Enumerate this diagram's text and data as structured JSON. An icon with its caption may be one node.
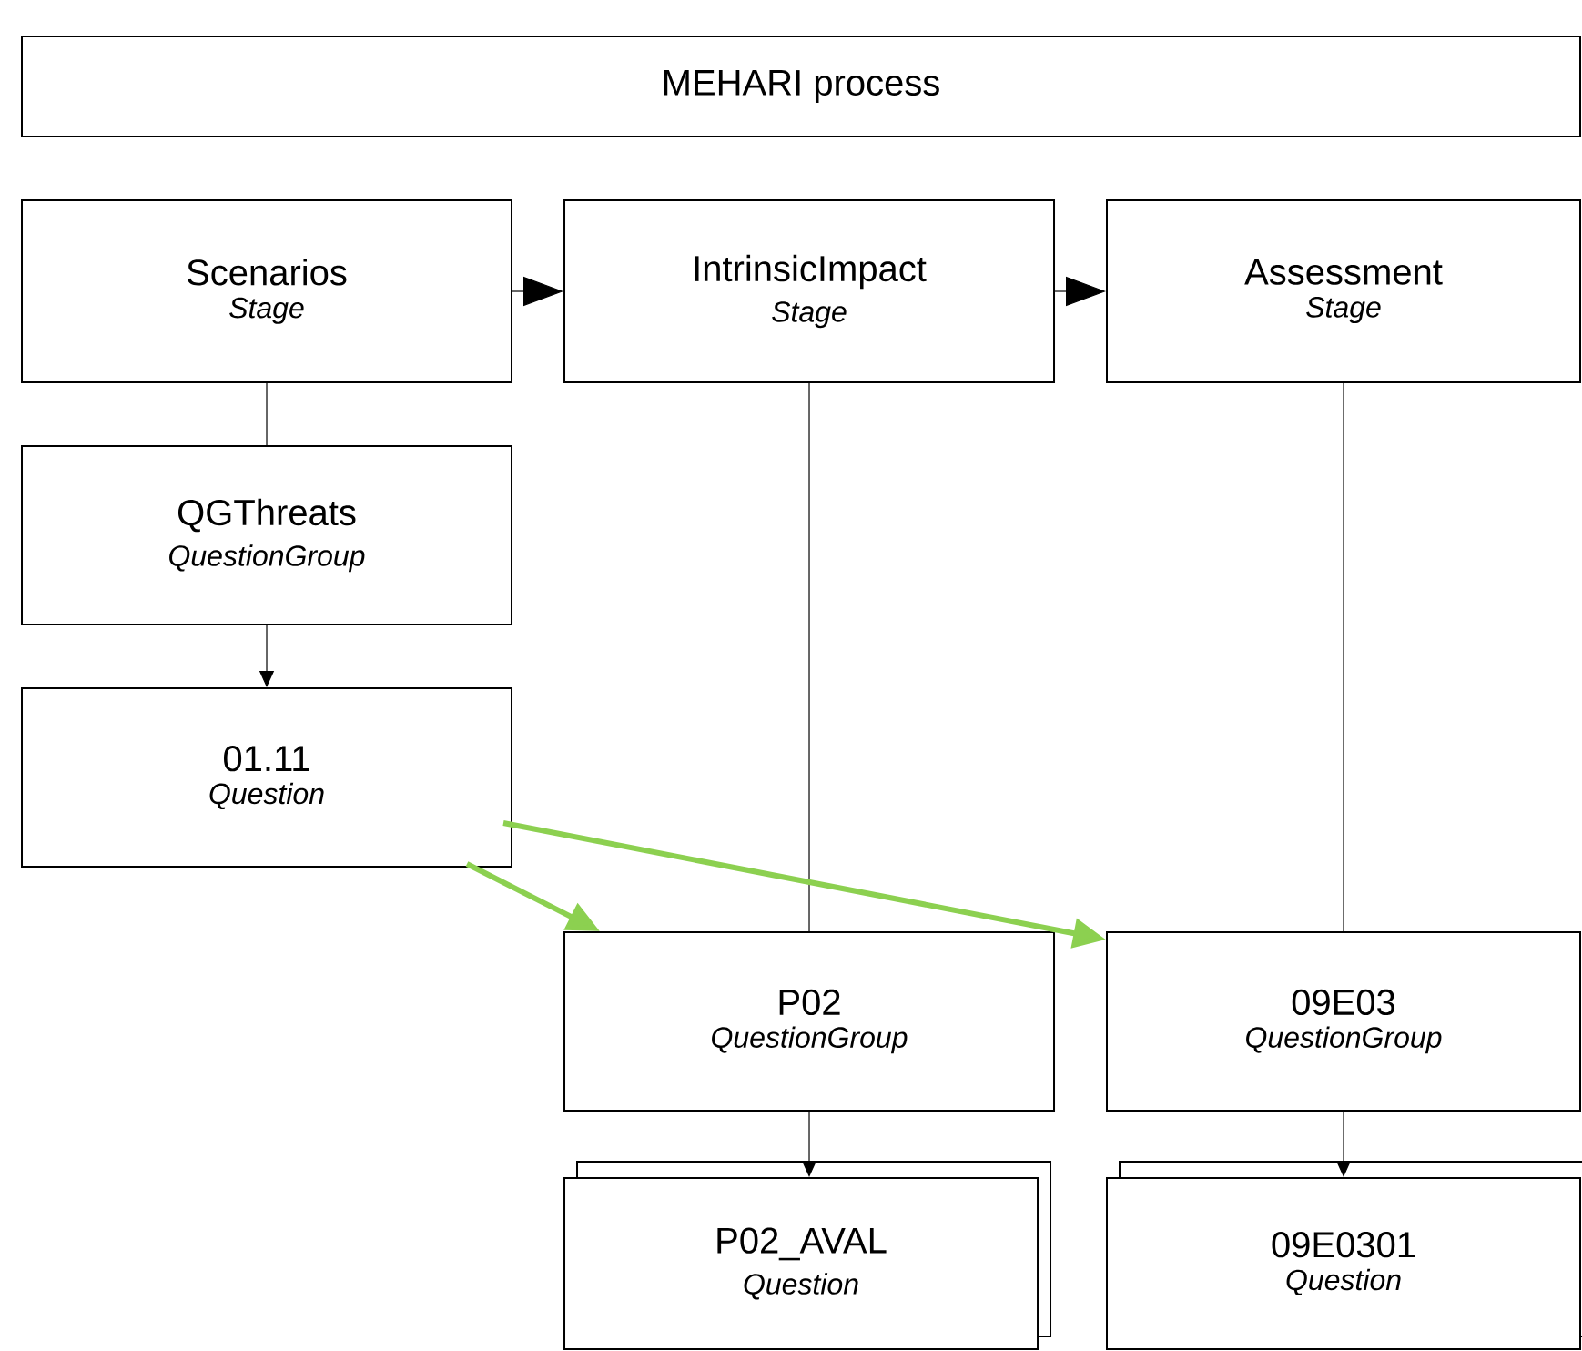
{
  "diagram": {
    "nodes": [
      {
        "text": [
          "MEHARI process"
        ]
      },
      {
        "text": [
          "Scenarios",
          "Stage"
        ]
      },
      {
        "text": [
          "IntrinsicImpact",
          "Stage"
        ]
      },
      {
        "text": [
          "Assessment",
          "Stage"
        ]
      },
      {
        "text": [
          "QGThreats",
          "QuestionGroup"
        ]
      },
      {
        "text": [
          "01.11",
          "Question"
        ]
      },
      {
        "text": [
          "P02",
          "QuestionGroup"
        ]
      },
      {
        "text": [
          "09E03",
          "QuestionGroup"
        ]
      },
      {
        "text": [
          "P02_AVAL",
          "Question"
        ]
      },
      {
        "text": [
          "09E0301",
          "Question"
        ]
      }
    ],
    "edges": [
      {
        "from": 1,
        "to": 2,
        "arrow": "to"
      },
      {
        "from": 2,
        "to": 3,
        "arrow": "to"
      },
      {
        "from": 1,
        "to": 4,
        "arrow": "none"
      },
      {
        "from": 4,
        "to": 5,
        "arrow": "to"
      },
      {
        "from": 2,
        "to": 6,
        "arrow": "none"
      },
      {
        "from": 3,
        "to": 7,
        "arrow": "none"
      },
      {
        "from": 5,
        "to": 6,
        "arrow": "to",
        "style": "thick",
        "color": "#8cd050"
      },
      {
        "from": 5,
        "to": 7,
        "arrow": "to",
        "style": "thick",
        "color": "#8cd050"
      },
      {
        "from": 6,
        "to": 8,
        "arrow": "to"
      },
      {
        "from": 7,
        "to": 9,
        "arrow": "to"
      }
    ]
  }
}
